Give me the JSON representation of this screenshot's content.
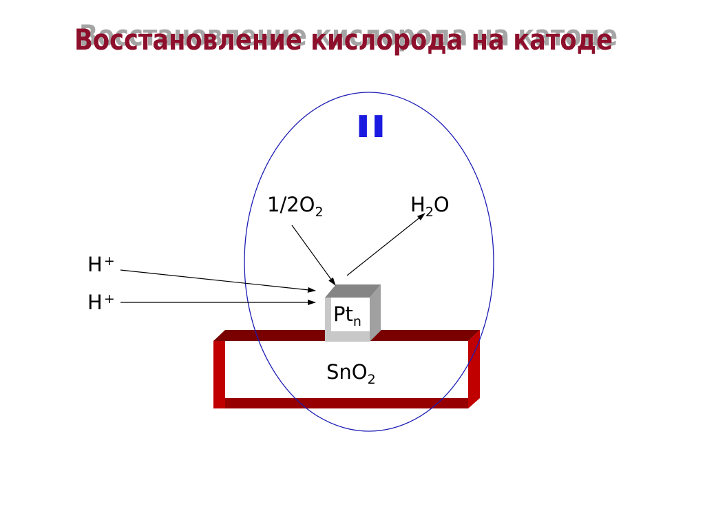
{
  "slide": {
    "title": "Восстановление кислорода на катоде",
    "region_label": "II"
  },
  "labels": {
    "oxygen": {
      "main": "1/2O",
      "sub": "2"
    },
    "water": {
      "main": "H",
      "sub": "2",
      "tail": "O"
    },
    "proton_upper": {
      "main": "H",
      "sup": "+"
    },
    "proton_lower": {
      "main": "H",
      "sup": "+"
    },
    "catalyst": {
      "main": "Pt",
      "sub": "n"
    },
    "support": {
      "main": "SnO",
      "sub": "2"
    }
  },
  "colors": {
    "title": "#8E0F2C",
    "title_shadow": "#A5A5A5",
    "region_label": "#1A1AE0",
    "ellipse_stroke": "#1C1CB4",
    "frame_bright": "#C00000",
    "frame_dark": "#7A0000",
    "frame_bottom": "#960000",
    "frame_inner": "#FFFFFF",
    "cube_top": "#858585",
    "cube_side": "#A0A0A0",
    "cube_front": "#C8C8C8",
    "cube_inner": "#FFFFFF",
    "text": "#000000"
  }
}
